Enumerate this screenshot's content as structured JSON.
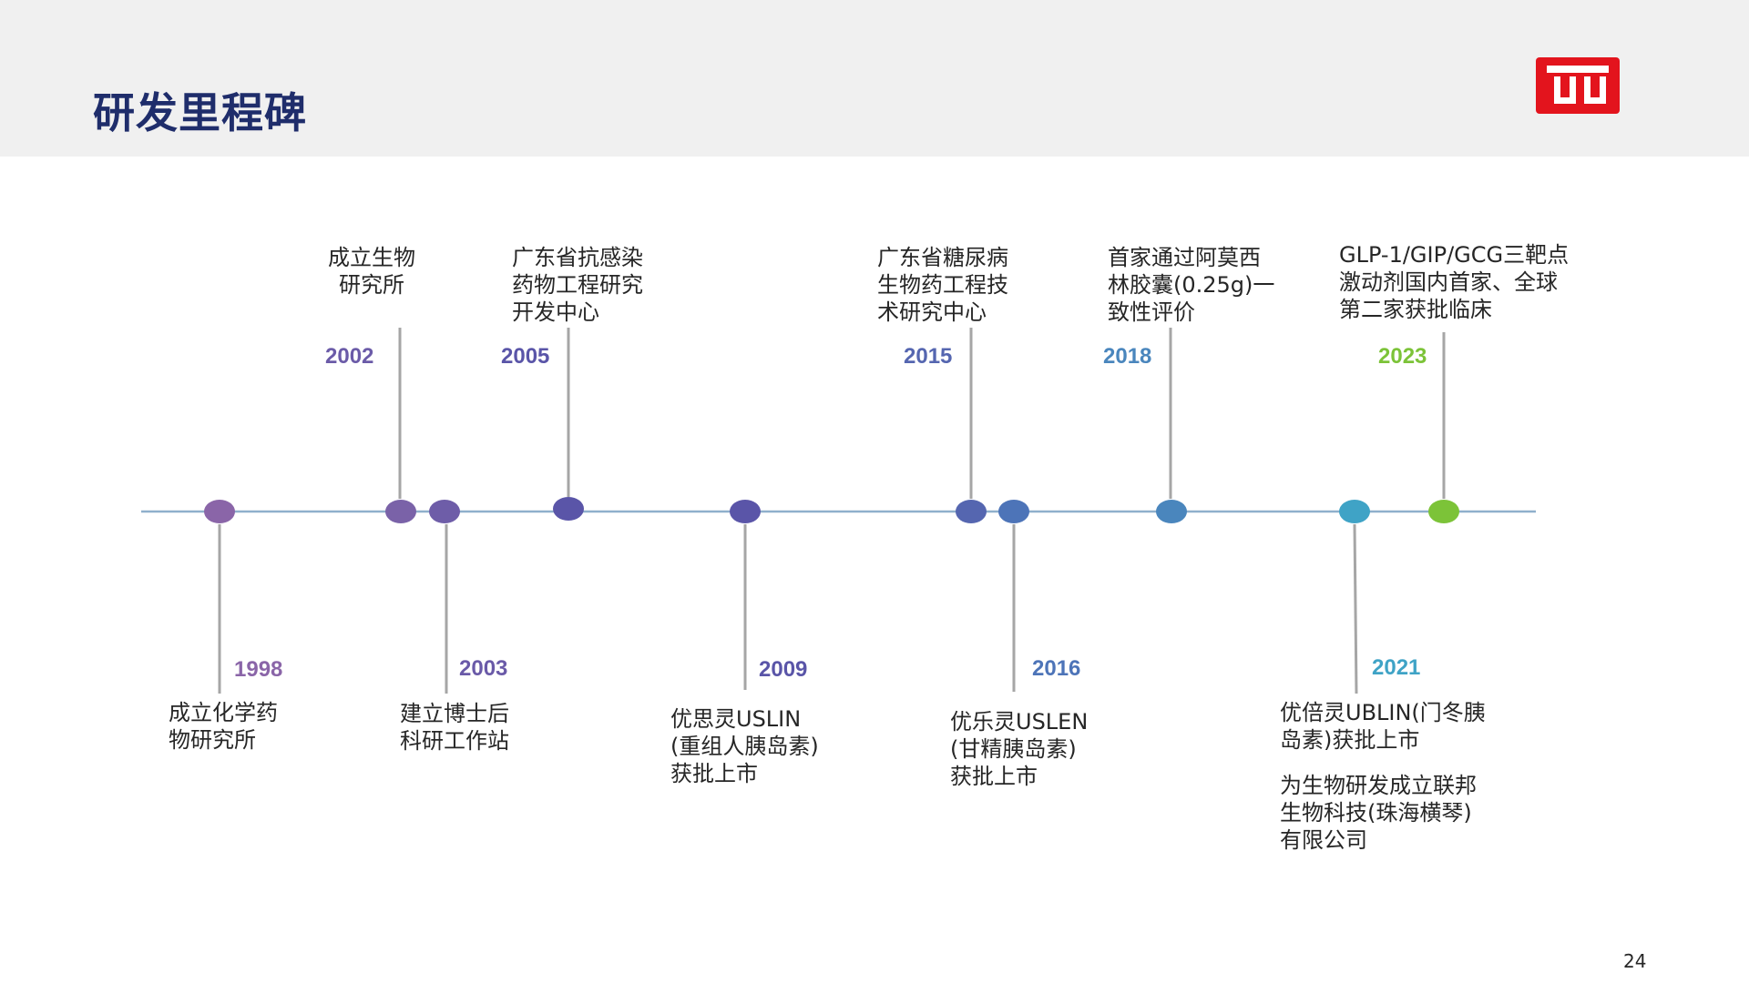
{
  "title": "研发里程碑",
  "logo": {
    "icon": "company-logo",
    "color": "#e3141d"
  },
  "page_number": "24",
  "milestones": [
    {
      "year": "1998",
      "text": "成立化学药\n物研究所",
      "color": "#8a65a8"
    },
    {
      "year": "2002",
      "text": "成立生物\n研究所",
      "color": "#6b5ba8"
    },
    {
      "year": "2003",
      "text": "建立博士后\n科研工作站",
      "color": "#6a5aa8"
    },
    {
      "year": "2005",
      "text": "广东省抗感染\n药物工程研究\n开发中心",
      "color": "#5a55a8"
    },
    {
      "year": "2009",
      "text": "优思灵USLIN\n(重组人胰岛素)\n获批上市",
      "color": "#5a55a8"
    },
    {
      "year": "2015",
      "text": "广东省糖尿病\n生物药工程技\n术研究中心",
      "color": "#5566b0"
    },
    {
      "year": "2016",
      "text": "优乐灵USLEN\n(甘精胰岛素)\n获批上市",
      "color": "#4d74b8"
    },
    {
      "year": "2018",
      "text": "首家通过阿莫西\n林胶囊(0.25g)一\n致性评价",
      "color": "#4a86bd"
    },
    {
      "year": "2021",
      "text": "优倍灵UBLIN(门冬胰\n岛素)获批上市",
      "text2": "为生物研发成立联邦\n生物科技(珠海横琴)\n有限公司",
      "color": "#3fa3c6"
    },
    {
      "year": "2023",
      "text": "GLP-1/GIP/GCG三靶点\n激动剂国内首家、全球\n第二家获批临床",
      "color": "#7cc338"
    }
  ],
  "colors": {
    "axis": "#8fb0cc",
    "stem": "#a6a6a6",
    "title": "#1f2d6b"
  }
}
